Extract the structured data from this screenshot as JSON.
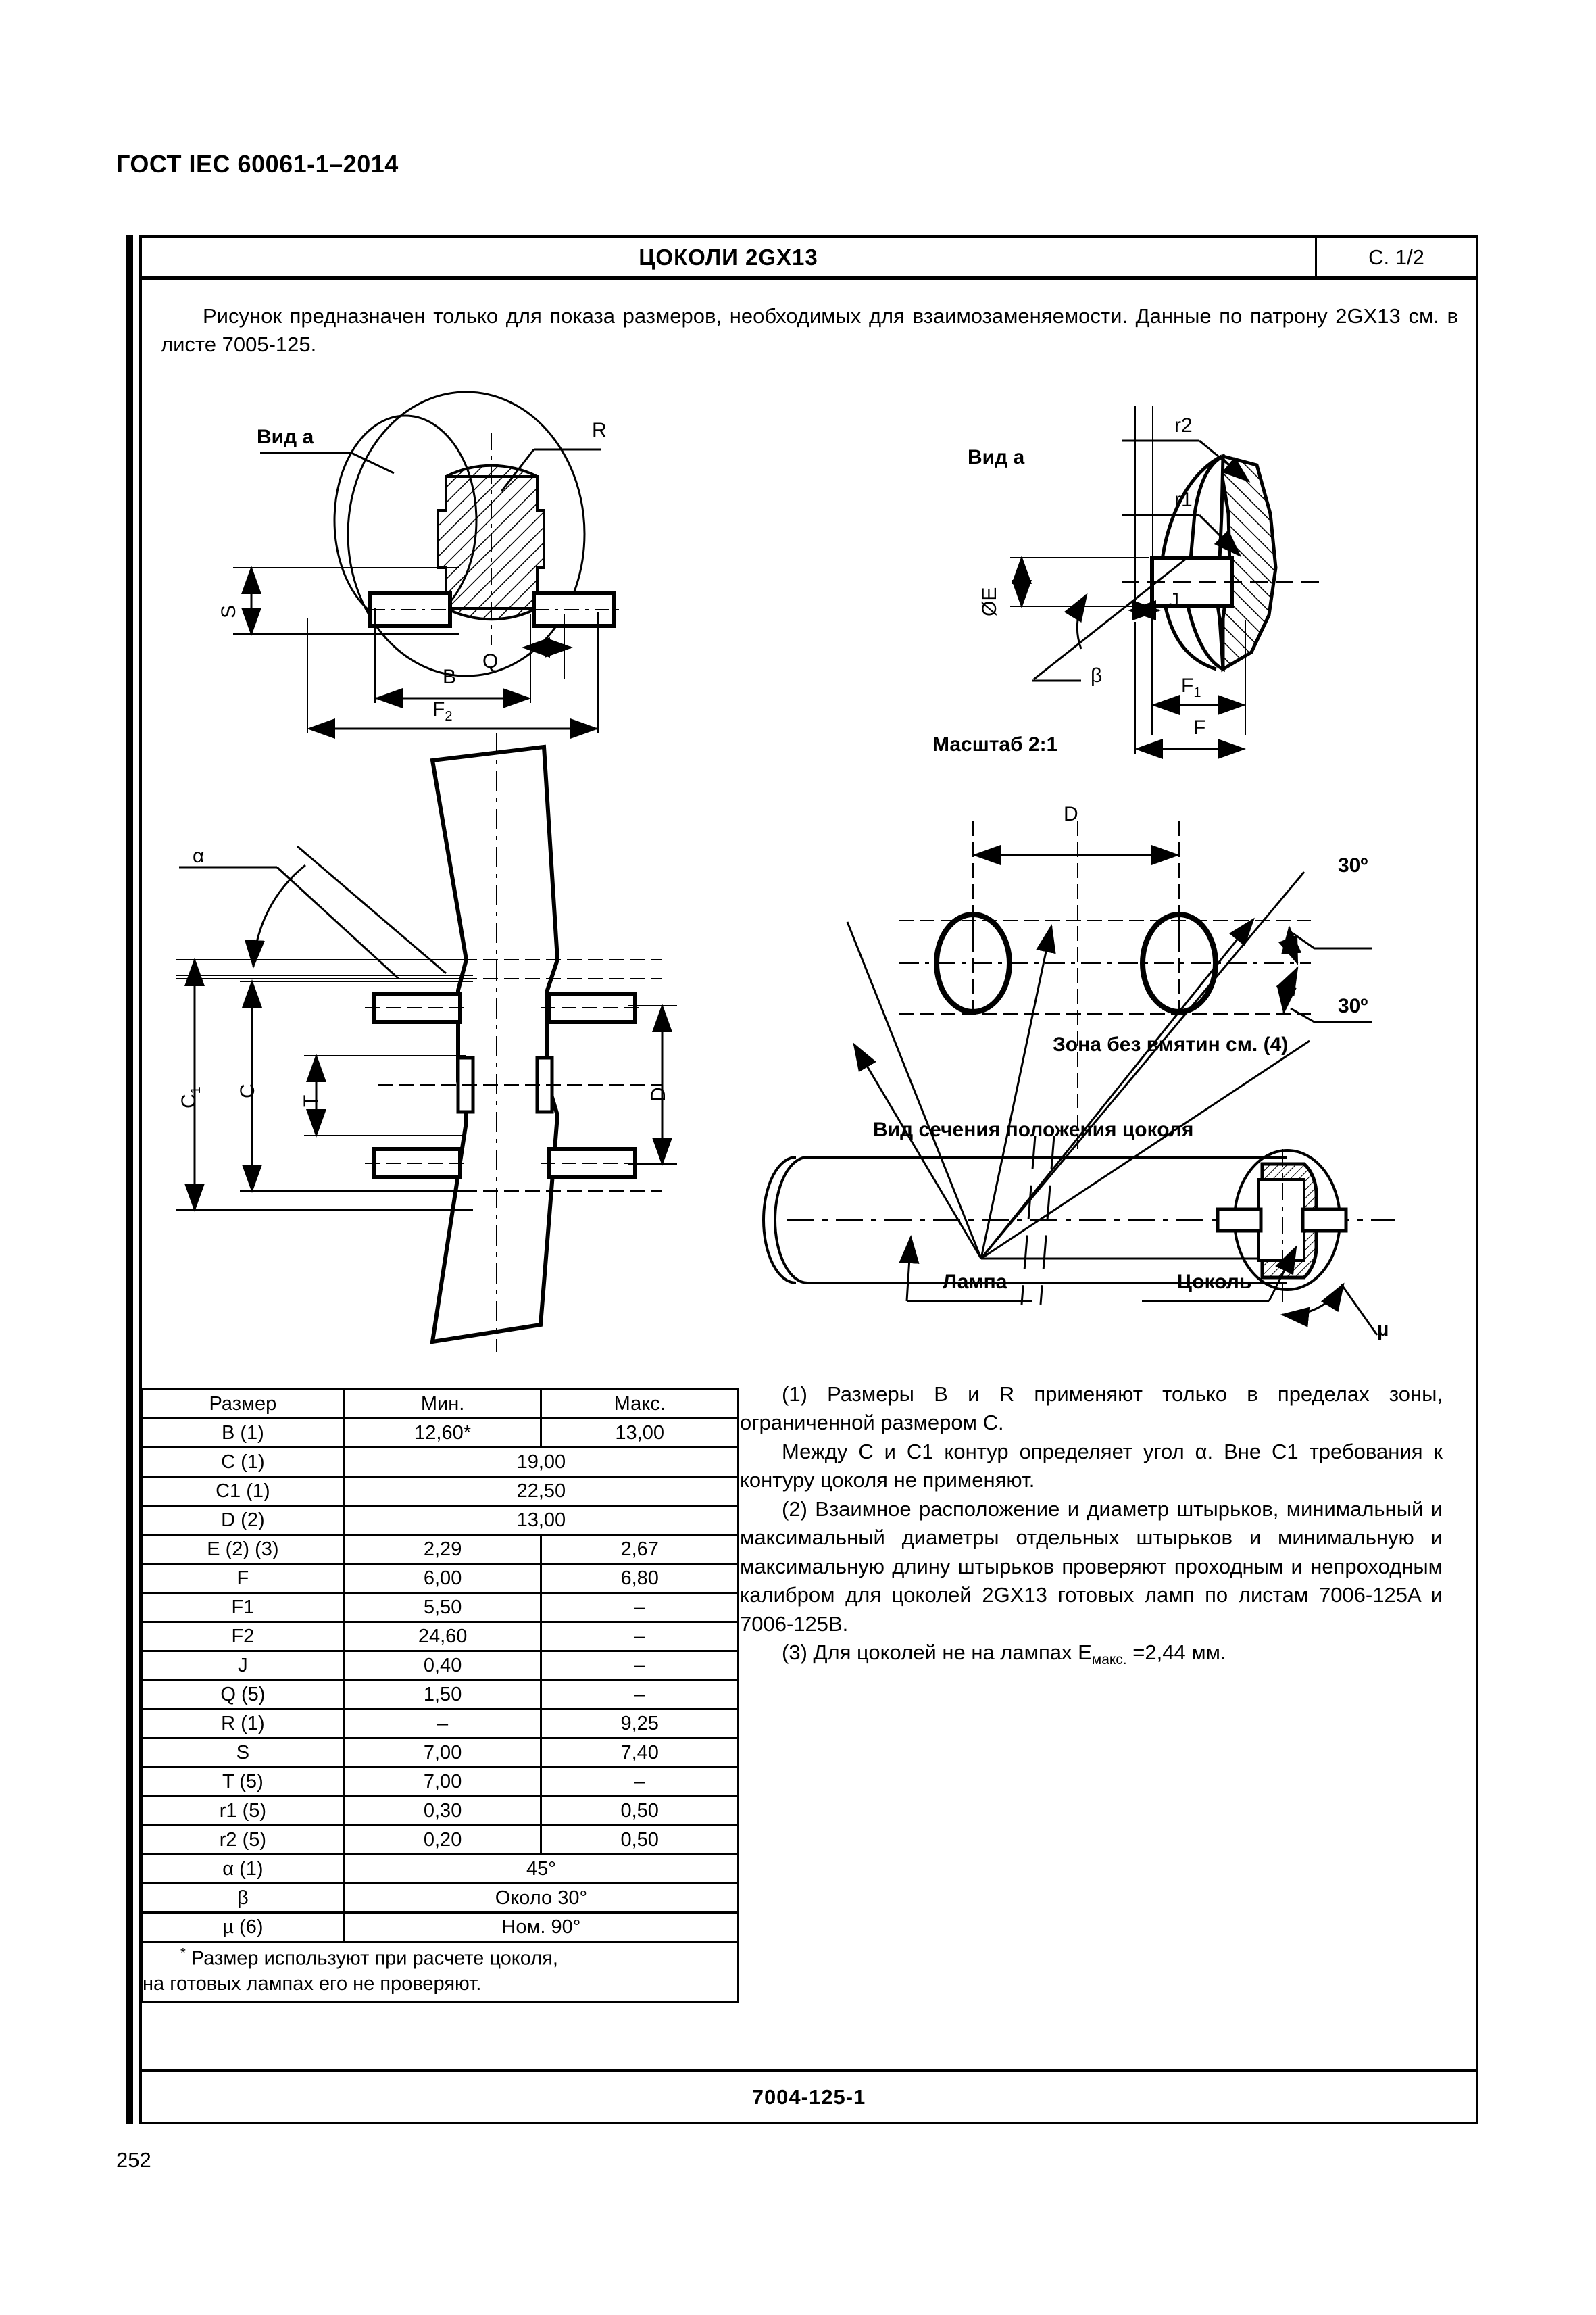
{
  "document": {
    "standard_header": "ГОСТ IEC 60061-1–2014",
    "page_number": "252"
  },
  "sheet": {
    "title": "ЦОКОЛИ 2GX13",
    "page_label": "С. 1/2",
    "footer_code": "7004-125-1",
    "intro_line1": "Рисунок предназначен только для показа размеров, необходимых для взаимозаменяемости.",
    "intro_line2": "Данные по патрону 2GX13 см. в листе 7005-125."
  },
  "figures": {
    "fig1": {
      "view_label": "Вид а",
      "labels": [
        "R",
        "S",
        "Q",
        "B",
        "F",
        "2"
      ]
    },
    "fig2": {
      "view_label": "Вид а",
      "scale_label": "Масштаб 2:1",
      "labels": [
        "r2",
        "r1",
        "J",
        "ØE",
        "β",
        "F",
        "1",
        "F"
      ]
    },
    "fig3": {
      "labels": [
        "α",
        "C",
        "1",
        "C",
        "T",
        "D"
      ]
    },
    "fig4": {
      "dim_label": "D",
      "angle_top": "30º",
      "angle_bottom": "30º",
      "zone_note": "Зона без вмятин см. (4)"
    },
    "fig5": {
      "title": "Вид сечения положения цоколя",
      "lamp_label": "Лампа",
      "cap_label": "Цоколь",
      "angle_label": "µ"
    }
  },
  "table": {
    "headers": [
      "Размер",
      "Мин.",
      "Макс."
    ],
    "rows": [
      {
        "dim": "B (1)",
        "min": "12,60*",
        "max": "13,00",
        "span": false
      },
      {
        "dim": "C (1)",
        "value": "19,00",
        "span": true
      },
      {
        "dim": "C1 (1)",
        "value": "22,50",
        "span": true
      },
      {
        "dim": "D (2)",
        "value": "13,00",
        "span": true
      },
      {
        "dim": "E (2) (3)",
        "min": "2,29",
        "max": "2,67",
        "span": false
      },
      {
        "dim": "F",
        "min": "6,00",
        "max": "6,80",
        "span": false
      },
      {
        "dim": "F1",
        "min": "5,50",
        "max": "–",
        "span": false
      },
      {
        "dim": "F2",
        "min": "24,60",
        "max": "–",
        "span": false
      },
      {
        "dim": "J",
        "min": "0,40",
        "max": "–",
        "span": false
      },
      {
        "dim": "Q (5)",
        "min": "1,50",
        "max": "–",
        "span": false
      },
      {
        "dim": "R (1)",
        "min": "–",
        "max": "9,25",
        "span": false
      },
      {
        "dim": "S",
        "min": "7,00",
        "max": "7,40",
        "span": false
      },
      {
        "dim": "T (5)",
        "min": "7,00",
        "max": "–",
        "span": false
      },
      {
        "dim": "r1 (5)",
        "min": "0,30",
        "max": "0,50",
        "span": false
      },
      {
        "dim": "r2 (5)",
        "min": "0,20",
        "max": "0,50",
        "span": false
      },
      {
        "dim": "α (1)",
        "value": "45°",
        "span": true
      },
      {
        "dim": "β",
        "value": "Около 30°",
        "span": true
      },
      {
        "dim": "µ (6)",
        "value": "Ном. 90°",
        "span": true
      }
    ],
    "footnote_line1": "Размер используют при расчете цоколя,",
    "footnote_line2": "на готовых лампах его не проверяют."
  },
  "notes": {
    "n1a": "(1) Размеры B и R применяют только в пределах зоны, ограниченной размером C.",
    "n1b": "Между C и C1 контур определяет угол α. Вне C1 требования к контуру цоколя не применяют.",
    "n2": "(2) Взаимное расположение и диаметр штырьков, минимальный и максимальный диаметры отдельных штырьков и минимальную и максимальную длину штырьков проверяют проходным и непроходным калибром для цоколей 2GX13 готовых ламп по листам 7006-125A и 7006-125B.",
    "n3_pre": "(3) Для цоколей не на лампах E",
    "n3_sub": "макс.",
    "n3_post": " =2,44 мм."
  },
  "colors": {
    "ink": "#000000",
    "paper": "#ffffff"
  }
}
